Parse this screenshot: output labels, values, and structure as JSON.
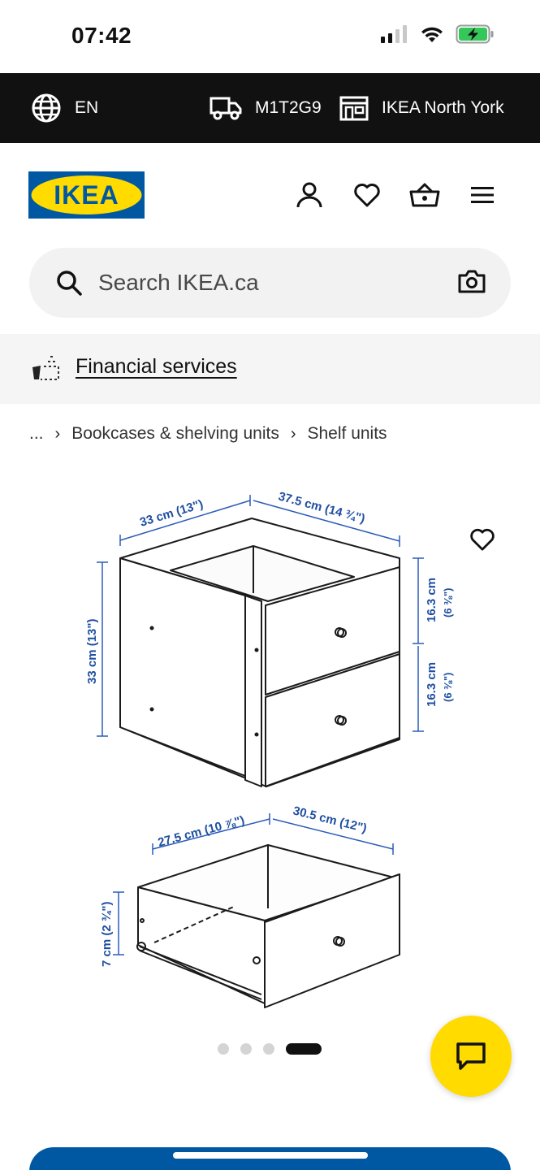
{
  "status_bar": {
    "time": "07:42"
  },
  "top_strip": {
    "language": "EN",
    "postal_code": "M1T2G9",
    "store": "IKEA North York"
  },
  "header": {
    "logo_text": "IKEA"
  },
  "search": {
    "placeholder": "Search IKEA.ca"
  },
  "finance": {
    "label": "Financial services"
  },
  "breadcrumb": [
    {
      "label": "..."
    },
    {
      "label": "Bookcases & shelving units"
    },
    {
      "label": "Shelf units"
    }
  ],
  "dimensions": {
    "depth_top": "33 cm (13\")",
    "width_top": "37.5 cm (14 ¾\")",
    "height_side": "33 cm (13\")",
    "drawer_h1": "16.3 cm",
    "drawer_h1_in": "(6 ⅜\")",
    "drawer_h2": "16.3 cm",
    "drawer_h2_in": "(6 ⅜\")",
    "drawer_depth": "27.5 cm (10 ⅞\")",
    "drawer_width": "30.5 cm (12\")",
    "drawer_height": "7 cm (2 ¾\")"
  },
  "carousel": {
    "total": 4,
    "active": 4
  },
  "colors": {
    "ikea_blue": "#0058a3",
    "ikea_yellow": "#ffdb00",
    "dimension_blue": "#1f4fa0"
  }
}
